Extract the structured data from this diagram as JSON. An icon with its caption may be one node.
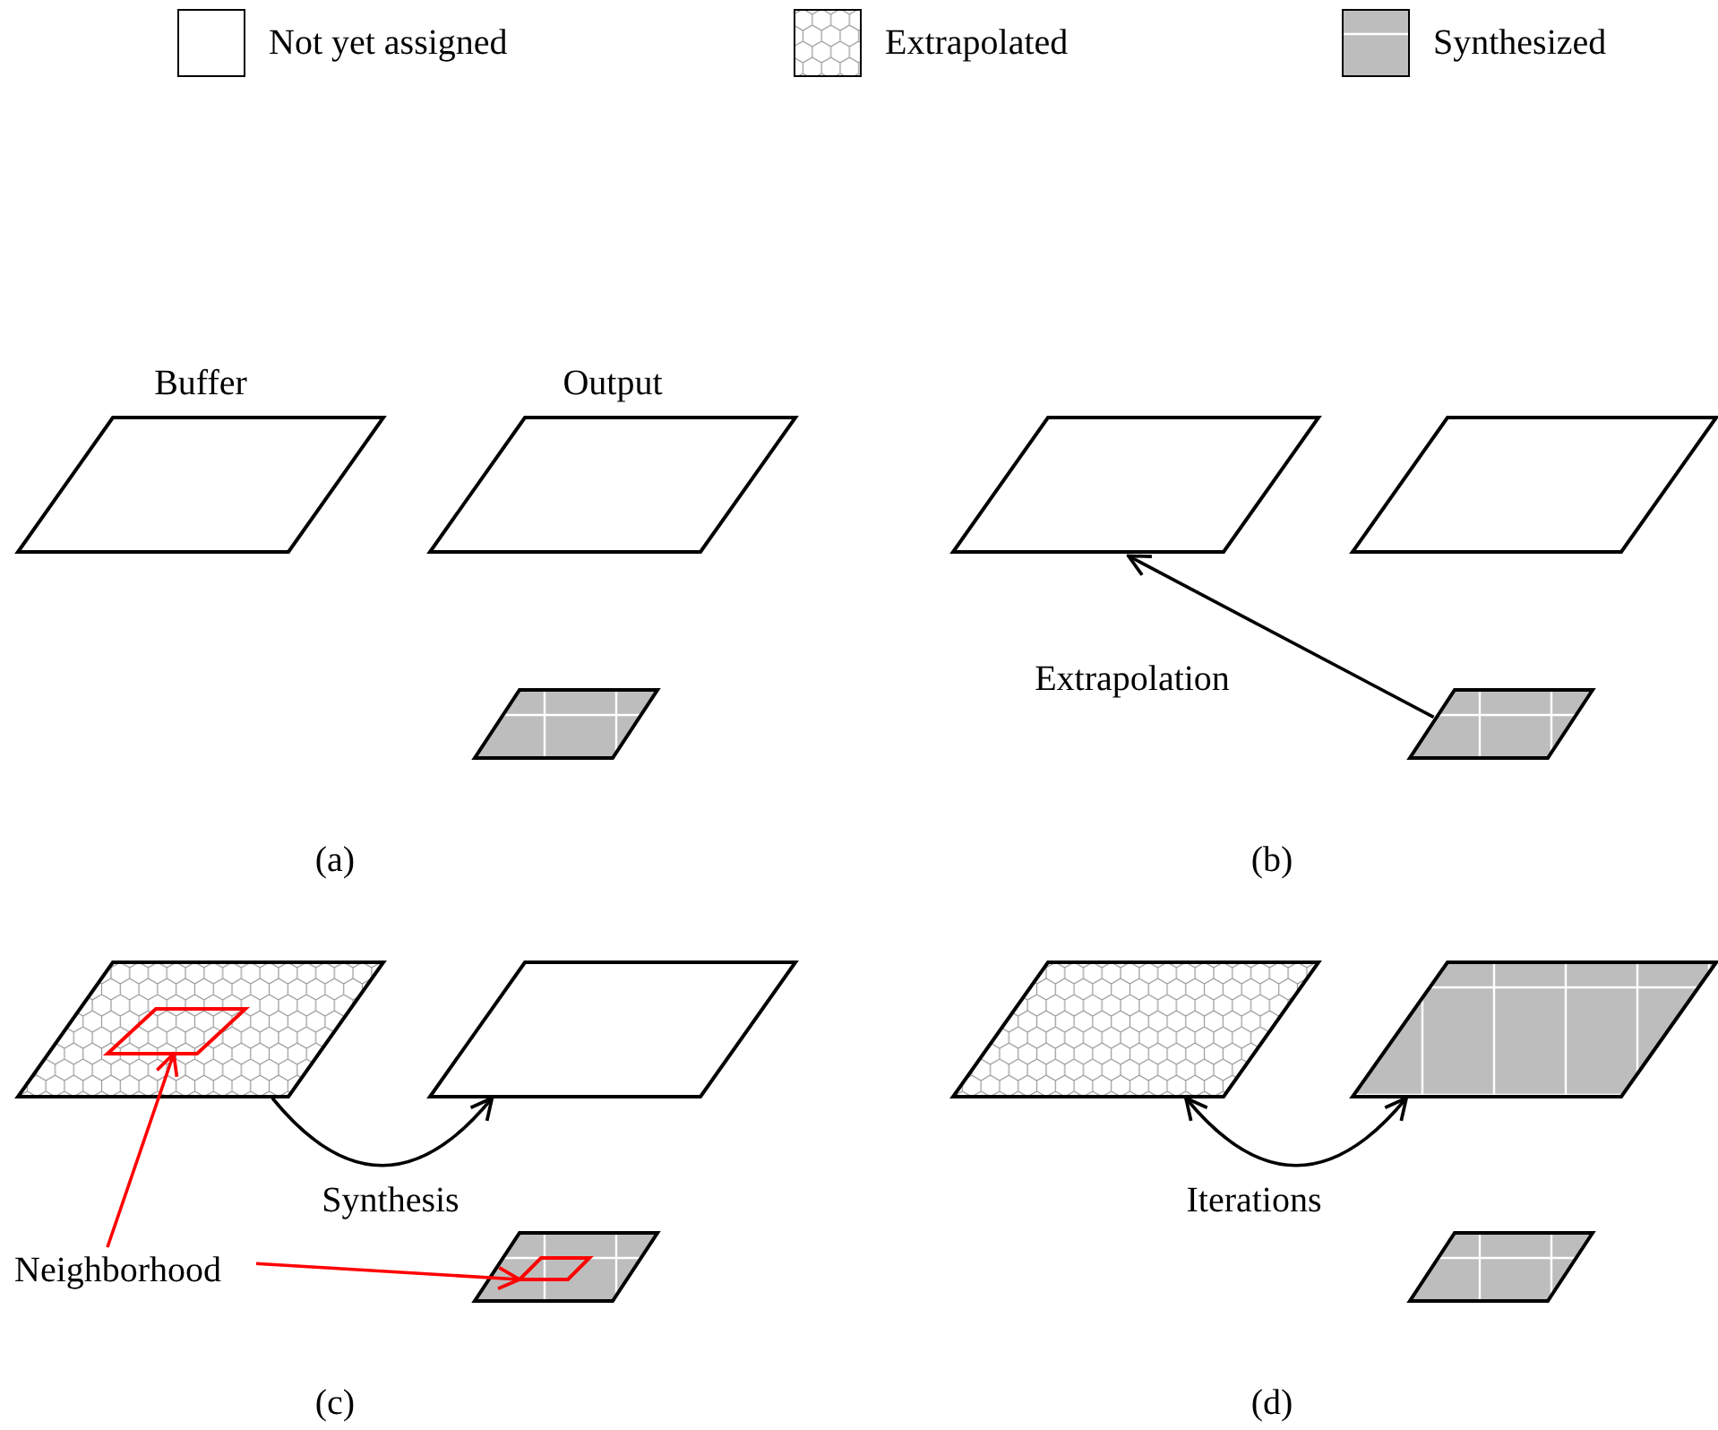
{
  "diagram": {
    "nodes": [
      {
        "text": [
          "Buffer"
        ]
      },
      {
        "text": [
          "Output"
        ]
      },
      {
        "text": [],
        "shape": "parallelogram"
      },
      {
        "text": [],
        "shape": "parallelogram"
      },
      {
        "text": [],
        "shape": "parallelogram"
      },
      {
        "text": [],
        "shape": "parallelogram"
      },
      {
        "text": [],
        "shape": "parallelogram"
      },
      {
        "text": [],
        "shape": "parallelogram",
        "in": 6
      },
      {
        "text": [],
        "shape": "parallelogram"
      },
      {
        "text": [],
        "shape": "parallelogram"
      },
      {
        "text": [],
        "shape": "parallelogram",
        "in": 9
      },
      {
        "text": [
          "Neighborhood"
        ]
      },
      {
        "text": [],
        "shape": "parallelogram"
      },
      {
        "text": [],
        "shape": "parallelogram"
      },
      {
        "text": [],
        "shape": "parallelogram"
      }
    ],
    "edges": [
      {
        "from": 5,
        "to": 3,
        "arrow": "to",
        "label": "Extrapolation"
      },
      {
        "from": 6,
        "to": 8,
        "arrow": "to",
        "label": "Synthesis"
      },
      {
        "from": 11,
        "to": 7,
        "arrow": "to",
        "color": "#ff0000"
      },
      {
        "from": 11,
        "to": 10,
        "arrow": "to",
        "color": "#ff0000"
      },
      {
        "from": 12,
        "to": 13,
        "arrow": "both",
        "label": "Iterations"
      }
    ],
    "labels": [
      "(a)",
      "(b)",
      "(c)",
      "(d)"
    ],
    "legend": [
      {
        "text": "Not yet assigned",
        "color": "#ffffff"
      },
      {
        "text": "Extrapolated"
      },
      {
        "text": "Synthesized"
      }
    ]
  }
}
